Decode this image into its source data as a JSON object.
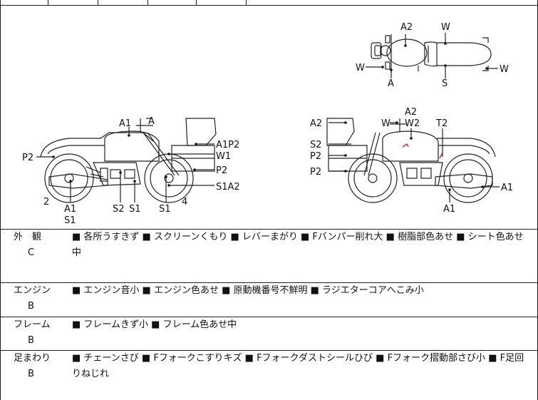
{
  "diagram": {
    "top_view": {
      "labels": [
        "A2",
        "W",
        "W",
        "W",
        "A",
        "S"
      ]
    },
    "left_view": {
      "labels": [
        "A1",
        "A",
        "P2",
        "A1P2",
        "W1",
        "P2",
        "S1A2",
        "2",
        "A1",
        "S1",
        "S2",
        "S1",
        "S1",
        "4"
      ]
    },
    "right_view": {
      "labels": [
        "A2",
        "W",
        "A2",
        "W2",
        "T2",
        "S2",
        "P2",
        "P2",
        "A1",
        "A1"
      ]
    }
  },
  "rows": [
    {
      "category": "外　観",
      "grade": "C",
      "description": "■ 各所うすきず ■ スクリーンくもり ■ レバーまがり ■ Fバンパー削れ大 ■ 樹脂部色あせ ■ シート色あせ中"
    },
    {
      "category": "エンジン",
      "grade": "B",
      "description": "■ エンジン音小 ■ エンジン色あせ ■ 原動機番号不鮮明 ■ ラジエターコアへこみ小"
    },
    {
      "category": "フレーム",
      "grade": "B",
      "description": "■ フレームきず小 ■ フレーム色あせ中"
    },
    {
      "category": "足まわり",
      "grade": "B",
      "description": "■ チェーンさび ■ Fフォークこすりキズ ■ Fフォークダストシールひび ■ Fフォーク摺動部さび小 ■ F足回りねじれ"
    }
  ]
}
